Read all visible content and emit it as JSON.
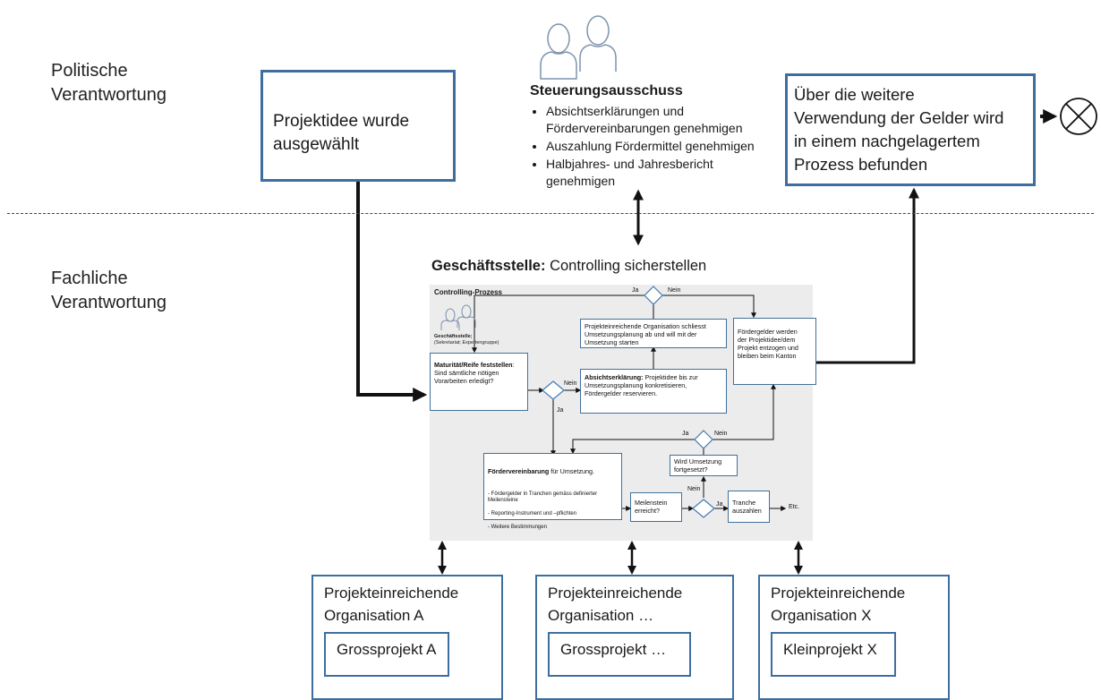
{
  "left_labels": {
    "politische": "Politische\nVerantwortung",
    "fachliche": "Fachliche\nVerantwortung"
  },
  "projektidee": "Projektidee wurde\nausgewählt",
  "steuerungsausschuss": {
    "title": "Steuerungsausschuss",
    "items": [
      "Absichtserklärungen und Fördervereinbarungen genehmigen",
      "Auszahlung Fördermittel genehmigen",
      "Halbjahres- und Jahresbericht genehmigen"
    ]
  },
  "verwendung": "Über die weitere\nVerwendung der Gelder wird\nin einem nachgelagertem\nProzess befunden",
  "geschaeftsstelle": {
    "bold": "Geschäftsstelle:",
    "rest": " Controlling sicherstellen"
  },
  "process": {
    "title": "Controlling-Prozess",
    "actor_bold": "Geschäftsstelle;",
    "actor_sub": "(Sekretariat; Expertengruppe)",
    "maturitaet_bold": "Maturität/Reife feststellen",
    "maturitaet_rest": ":\nSind sämtliche nötigen\nVorarbeiten erledigt?",
    "absicht_bold": "Absichtserklärung:",
    "absicht_rest": " Projektidee bis zur\nUmsetzungsplanung konkretisieren,\nFördergelder reservieren.",
    "schliesst": "Projekteinreichende Organisation schliesst\nUmsetzungsplanung ab und will mit der\nUmsetzung starten",
    "entzogen": "Fördergelder werden\nder Projektidee/dem\nProjekt entzogen und\nbleiben beim Kanton",
    "foerder_bold": "Fördervereinbarung",
    "foerder_rest": " für Umsetzung.",
    "foerder_items": [
      "Fördergelder in Tranchen gemäss definierter Meilensteine",
      "Reporting-Instrument und –pflichten",
      "Weitere Bestimmungen"
    ],
    "meilenstein": "Meilenstein\nerreicht?",
    "tranche": "Tranche\nauszahlen",
    "fortgesetzt": "Wird Umsetzung\nfortgesetzt?",
    "etc": "Etc.",
    "ja": "Ja",
    "nein": "Nein"
  },
  "organisations": [
    {
      "title": "Projekteinreichende\nOrganisation A",
      "project": "Grossprojekt A"
    },
    {
      "title": "Projekteinreichende\nOrganisation …",
      "project": "Grossprojekt …"
    },
    {
      "title": "Projekteinreichende\nOrganisation X",
      "project": "Kleinprojekt X"
    }
  ],
  "icons": [
    "people-icon",
    "stop-circle-icon",
    "people-small-icon"
  ]
}
